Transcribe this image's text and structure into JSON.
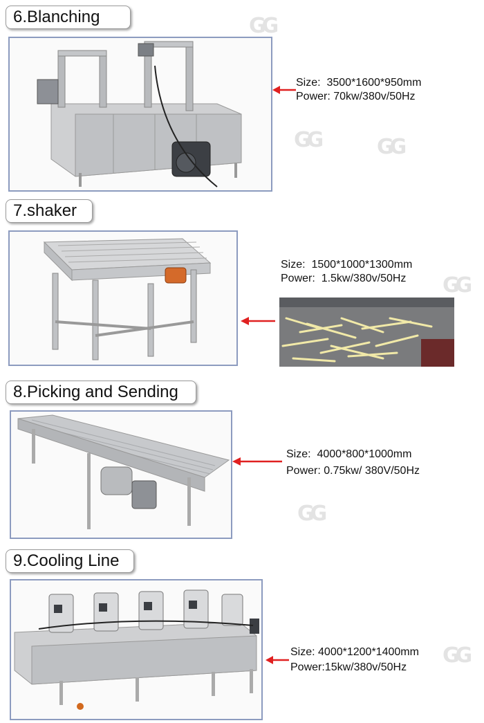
{
  "sections": [
    {
      "title": "6.Blanching",
      "size_label": "Size:",
      "size_value": "3500*1600*950mm",
      "power_label": "Power:",
      "power_value": "70kw/380v/50Hz"
    },
    {
      "title": "7.shaker",
      "size_label": "Size:",
      "size_value": "1500*1000*1300mm",
      "power_label": "Power:",
      "power_value": "1.5kw/380v/50Hz"
    },
    {
      "title": "8.Picking and Sending",
      "size_label": "Size:",
      "size_value": "4000*800*1000mm",
      "power_label": "Power:",
      "power_value": "0.75kw/ 380V/50Hz"
    },
    {
      "title": "9.Cooling Line",
      "size_label": "Size:",
      "size_value": "4000*1200*1400mm",
      "power_label": "Power:",
      "power_value": "15kw/380v/50Hz"
    }
  ],
  "colors": {
    "frame_border": "#8c9bbf",
    "arrow": "#e02020",
    "steel": "#c9c9c9"
  },
  "icons": [
    "red-arrow-icon",
    "watermark-logo-icon"
  ]
}
